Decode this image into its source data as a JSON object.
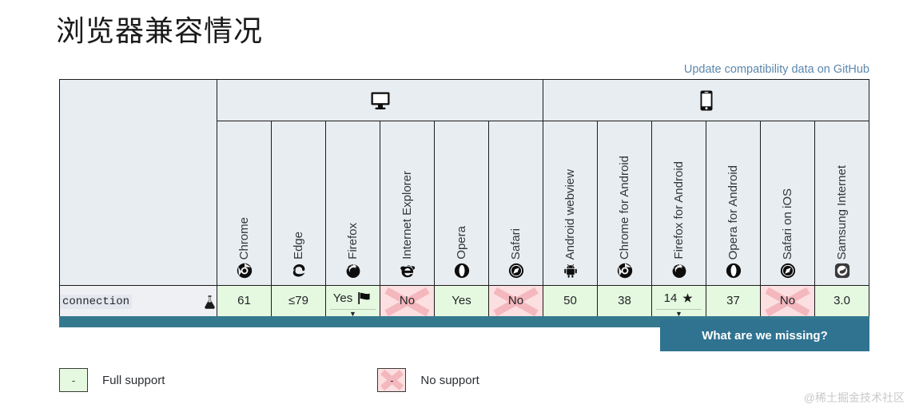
{
  "page": {
    "title": "浏览器兼容情况",
    "watermark": "@稀土掘金技术社区"
  },
  "github_link": {
    "label": "Update compatibility data on GitHub",
    "color": "#5b87ad"
  },
  "table": {
    "groups": [
      {
        "name": "desktop",
        "icon": "desktop-monitor-icon",
        "span": 6
      },
      {
        "name": "mobile",
        "icon": "mobile-phone-icon",
        "span": 6
      }
    ],
    "browsers": [
      {
        "label": "Chrome",
        "icon": "chrome-icon"
      },
      {
        "label": "Edge",
        "icon": "edge-icon"
      },
      {
        "label": "Firefox",
        "icon": "firefox-icon"
      },
      {
        "label": "Internet Explorer",
        "icon": "internet-explorer-icon"
      },
      {
        "label": "Opera",
        "icon": "opera-icon"
      },
      {
        "label": "Safari",
        "icon": "safari-icon"
      },
      {
        "label": "Android webview",
        "icon": "android-icon"
      },
      {
        "label": "Chrome for Android",
        "icon": "chrome-icon"
      },
      {
        "label": "Firefox for Android",
        "icon": "firefox-icon"
      },
      {
        "label": "Opera for Android",
        "icon": "opera-icon"
      },
      {
        "label": "Safari on iOS",
        "icon": "safari-icon"
      },
      {
        "label": "Samsung Internet",
        "icon": "samsung-internet-icon"
      }
    ],
    "feature": {
      "name": "connection",
      "status_icon": "experimental-flask-icon"
    },
    "cells": [
      {
        "value": "61",
        "support": "yes",
        "badge": "",
        "expandable": false
      },
      {
        "value": "≤79",
        "support": "yes",
        "badge": "",
        "expandable": false
      },
      {
        "value": "Yes",
        "support": "yes",
        "badge": "flag",
        "expandable": true
      },
      {
        "value": "No",
        "support": "no",
        "badge": "",
        "expandable": false
      },
      {
        "value": "Yes",
        "support": "yes",
        "badge": "",
        "expandable": false
      },
      {
        "value": "No",
        "support": "no",
        "badge": "",
        "expandable": false
      },
      {
        "value": "50",
        "support": "yes",
        "badge": "",
        "expandable": false
      },
      {
        "value": "38",
        "support": "yes",
        "badge": "",
        "expandable": false
      },
      {
        "value": "14",
        "support": "yes",
        "badge": "star",
        "expandable": true
      },
      {
        "value": "37",
        "support": "yes",
        "badge": "",
        "expandable": false
      },
      {
        "value": "No",
        "support": "no",
        "badge": "",
        "expandable": false
      },
      {
        "value": "3.0",
        "support": "yes",
        "badge": "",
        "expandable": false
      }
    ]
  },
  "missing_button": {
    "label": "What are we missing?",
    "color": "#2f7391"
  },
  "legend": [
    {
      "mark": "-",
      "label": "Full support",
      "type": "full",
      "color": "#e5f9e0"
    },
    {
      "mark": "-",
      "label": "No support",
      "type": "none",
      "color": "#fbdfe1"
    }
  ]
}
